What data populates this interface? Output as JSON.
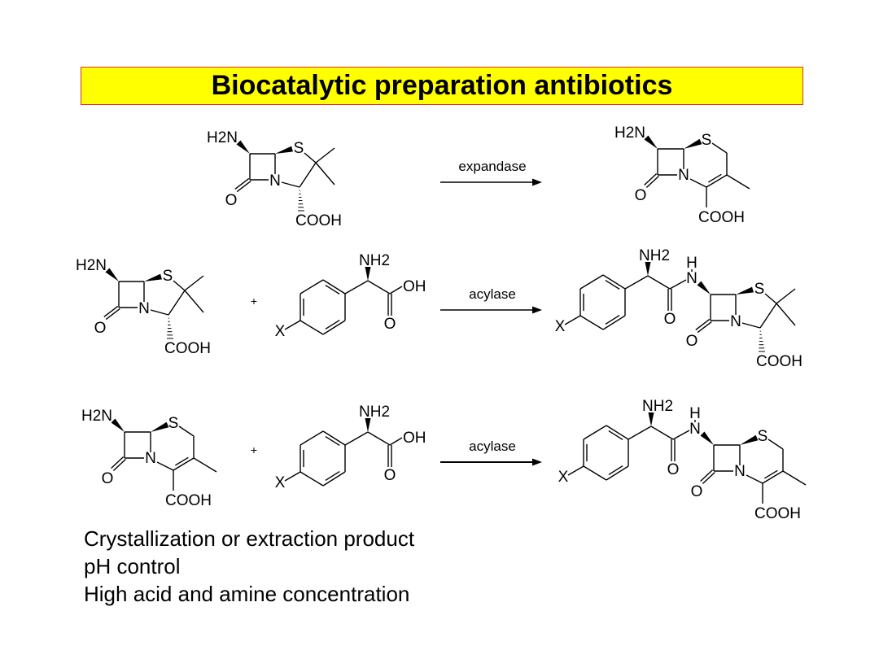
{
  "title": "Biocatalytic preparation antibiotics",
  "reactions": [
    {
      "enzyme": "expandase"
    },
    {
      "enzyme": "acylase",
      "plus": "+"
    },
    {
      "enzyme": "acylase",
      "plus": "+"
    }
  ],
  "atom_labels": {
    "amine": "H2N",
    "amino": "NH2",
    "sulfur": "S",
    "nitrogen": "N",
    "oxygen": "O",
    "carboxyl": "COOH",
    "hydroxyl": "OH",
    "substituent": "X",
    "hydrogen": "H"
  },
  "notes": [
    "Crystallization or extraction product",
    "pH control",
    "High acid and amine concentration"
  ],
  "colors": {
    "title_bg": "#ffff00",
    "title_border": "#e03020"
  }
}
